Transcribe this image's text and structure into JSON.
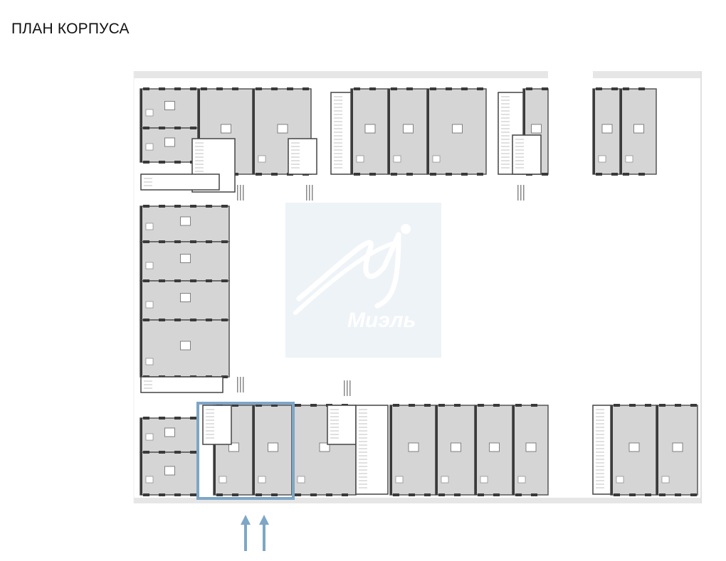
{
  "page": {
    "title": "ПЛАН КОРПУСА"
  },
  "plan": {
    "watermark_text": "Миэль",
    "highlight_color": "#7ea6c6",
    "unit_fill": "#d5d5d5",
    "wall_color": "#3a3a3a",
    "selected_units": 2,
    "arrows": 2
  }
}
